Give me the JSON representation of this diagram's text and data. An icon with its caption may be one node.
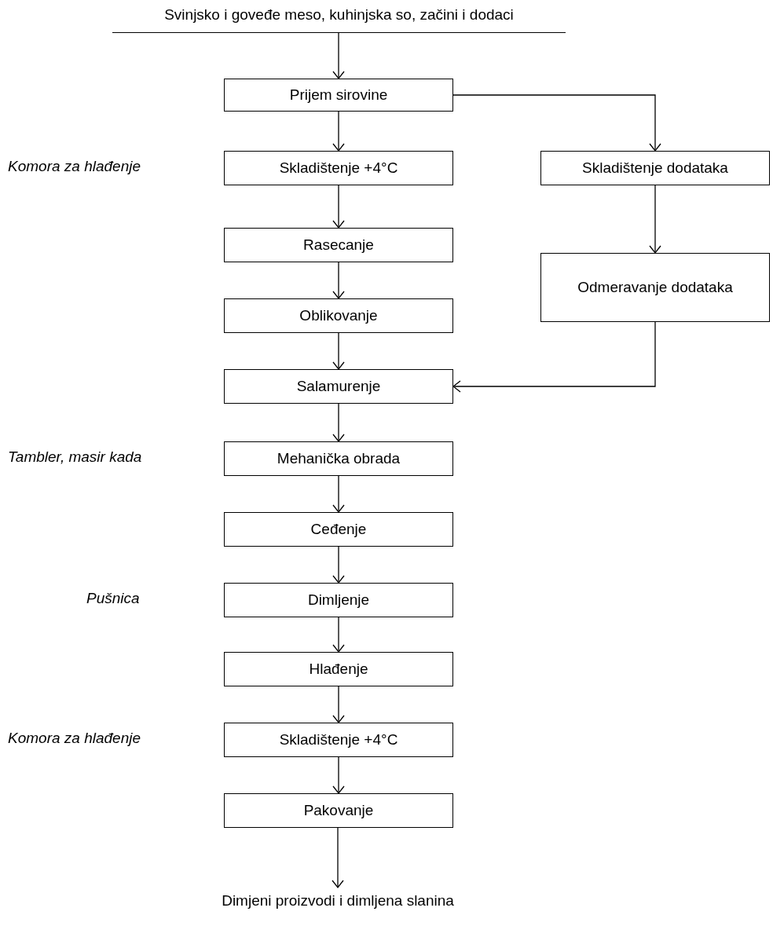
{
  "diagram": {
    "nodes": [
      {
        "text": [
          "Svinjsko i goveđe meso, kuhinjska so, začini i dodaci"
        ]
      },
      {
        "text": [
          "Prijem sirovine"
        ]
      },
      {
        "text": [
          "Skladištenje +4°C"
        ]
      },
      {
        "text": [
          "Skladištenje dodataka"
        ]
      },
      {
        "text": [
          "Rasecanje"
        ]
      },
      {
        "text": [
          "Odmeravanje dodataka"
        ]
      },
      {
        "text": [
          "Oblikovanje"
        ]
      },
      {
        "text": [
          "Salamurenje"
        ]
      },
      {
        "text": [
          "Mehanička obrada"
        ]
      },
      {
        "text": [
          "Ceđenje"
        ]
      },
      {
        "text": [
          "Dimljenje"
        ]
      },
      {
        "text": [
          "Hlađenje"
        ]
      },
      {
        "text": [
          "Skladištenje +4°C"
        ]
      },
      {
        "text": [
          "Pakovanje"
        ]
      },
      {
        "text": [
          "Dimjeni proizvodi i dimljena slanina"
        ]
      }
    ],
    "edges": [
      {
        "from": 0,
        "to": 1,
        "arrow": "to"
      },
      {
        "from": 1,
        "to": 2,
        "arrow": "to"
      },
      {
        "from": 1,
        "to": 3,
        "arrow": "to"
      },
      {
        "from": 2,
        "to": 4,
        "arrow": "to"
      },
      {
        "from": 3,
        "to": 5,
        "arrow": "to"
      },
      {
        "from": 4,
        "to": 6,
        "arrow": "to"
      },
      {
        "from": 6,
        "to": 7,
        "arrow": "to"
      },
      {
        "from": 5,
        "to": 7,
        "arrow": "to"
      },
      {
        "from": 7,
        "to": 8,
        "arrow": "to"
      },
      {
        "from": 8,
        "to": 9,
        "arrow": "to"
      },
      {
        "from": 9,
        "to": 10,
        "arrow": "to"
      },
      {
        "from": 10,
        "to": 11,
        "arrow": "to"
      },
      {
        "from": 11,
        "to": 12,
        "arrow": "to"
      },
      {
        "from": 12,
        "to": 13,
        "arrow": "to"
      },
      {
        "from": 13,
        "to": 14,
        "arrow": "to"
      }
    ],
    "labels": [
      "Komora za hlađenje",
      "Tambler, masir kada",
      "Pušnica",
      "Komora za hlađenje"
    ]
  }
}
